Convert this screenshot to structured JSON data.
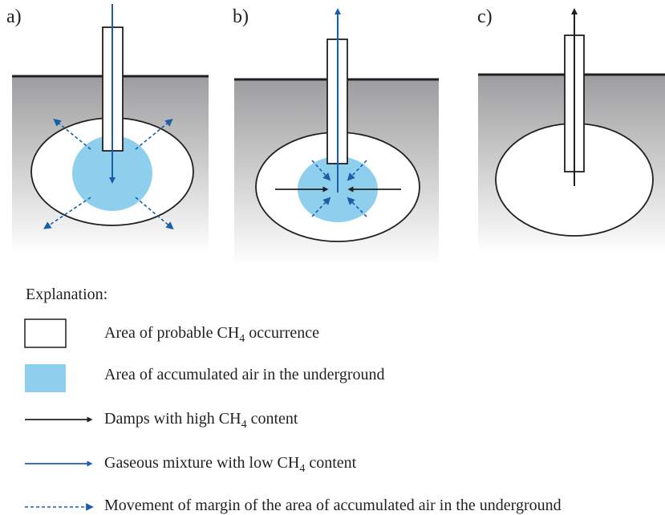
{
  "panels": [
    {
      "label": "a)"
    },
    {
      "label": "b)"
    },
    {
      "label": "c)"
    }
  ],
  "legend": {
    "title": "Explanation:",
    "items": [
      {
        "pre": "Area of probable CH",
        "sub": "4",
        "post": " occurrence"
      },
      {
        "pre": "Area of accumulated air in the underground",
        "sub": "",
        "post": ""
      },
      {
        "pre": "Damps with high CH",
        "sub": "4",
        "post": " content"
      },
      {
        "pre": "Gaseous mixture with low CH",
        "sub": "4",
        "post": " content"
      },
      {
        "pre": "Movement of margin of the area of accumulated air in the underground",
        "sub": "",
        "post": ""
      }
    ]
  },
  "colors": {
    "ground_top": "#9d9d9f",
    "ground_bottom": "#ffffff",
    "air": "#8ecfee",
    "blue_arrow": "#1b5ea8",
    "black": "#231f20"
  }
}
